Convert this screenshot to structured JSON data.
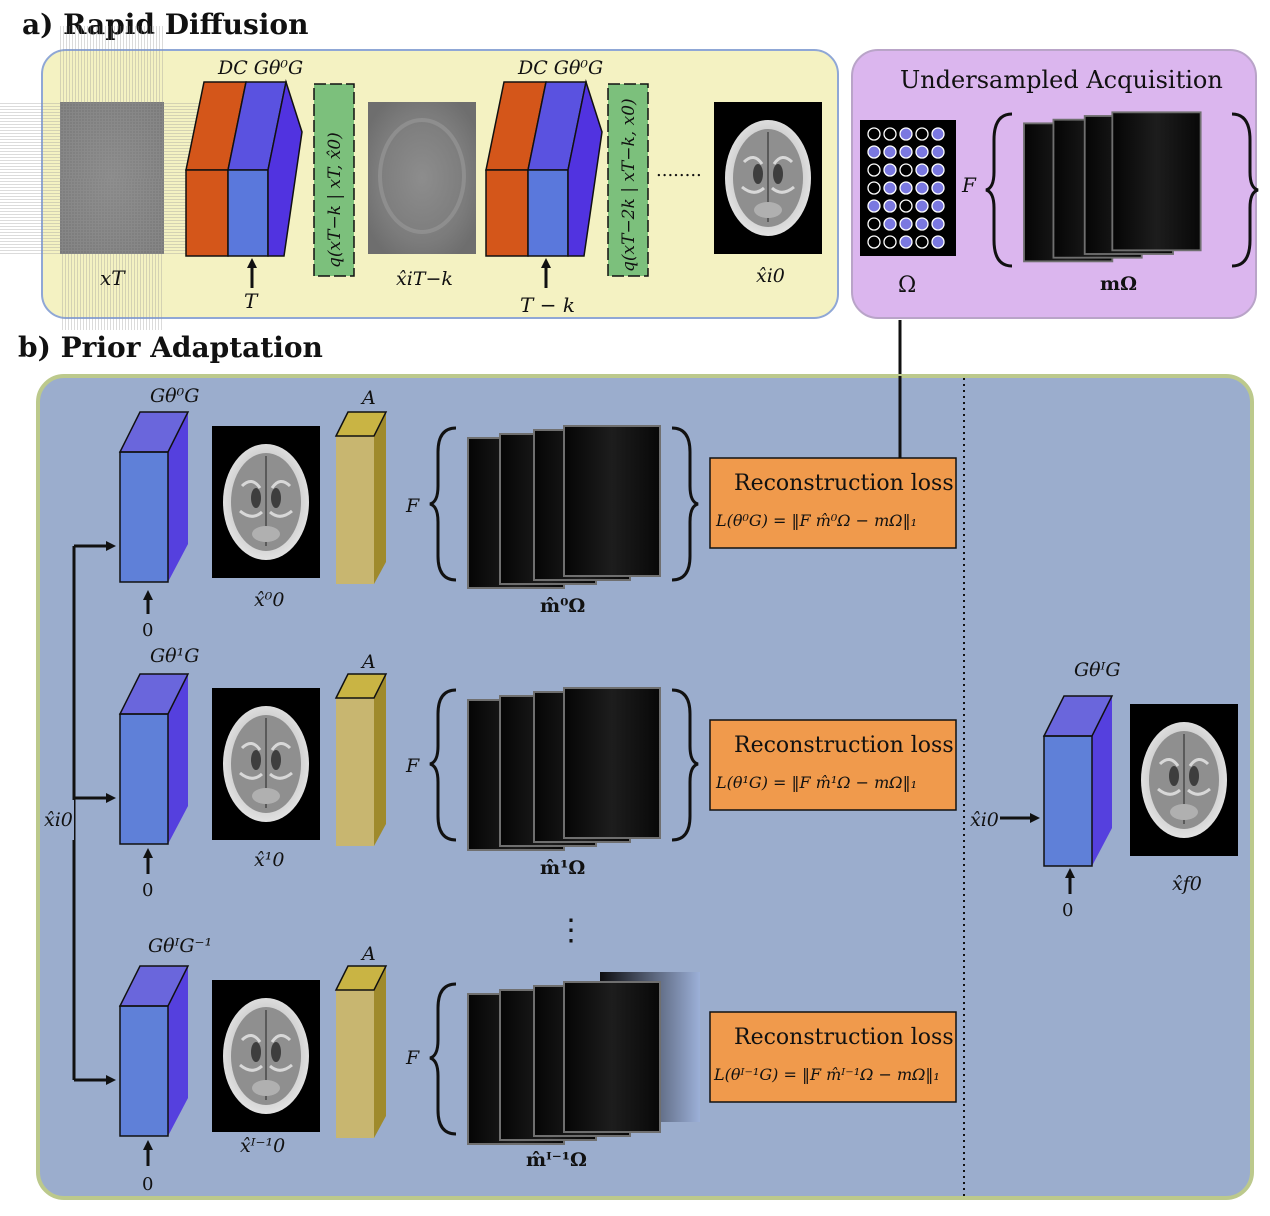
{
  "sections": {
    "a_title": "a) Rapid Diffusion",
    "b_title": "b) Prior Adaptation"
  },
  "acquisition": {
    "title": "Undersampled Acquisition",
    "omega": "Ω",
    "m_omega": "mΩ",
    "F": "F"
  },
  "rapid": {
    "xT": "xT",
    "dc1_label": "DC Gθ⁰G",
    "dc2_label": "DC Gθ⁰G",
    "t1": "T",
    "t2": "T − k",
    "q1": "q(xT−k | xT, x̂0)",
    "q2": "q(xT−2k | xT−k, x0)",
    "xTk": "x̂iT−k",
    "x0i": "x̂i0",
    "dots": "........"
  },
  "adapt_rows": [
    {
      "g": "Gθ⁰G",
      "x": "x̂⁰0",
      "A": "A",
      "F": "F",
      "m": "m̂⁰Ω",
      "zero": "0",
      "loss_title": "Reconstruction loss",
      "loss_eq": "L(θ⁰G) = ‖F m̂⁰Ω − mΩ‖₁"
    },
    {
      "g": "Gθ¹G",
      "x": "x̂¹0",
      "A": "A",
      "F": "F",
      "m": "m̂¹Ω",
      "zero": "0",
      "loss_title": "Reconstruction loss",
      "loss_eq": "L(θ¹G) = ‖F m̂¹Ω − mΩ‖₁"
    },
    {
      "g": "GθᴵG⁻¹",
      "x": "x̂ᴵ⁻¹0",
      "A": "A",
      "F": "F",
      "m": "m̂ᴵ⁻¹Ω",
      "zero": "0",
      "loss_title": "Reconstruction loss",
      "loss_eq": "L(θᴵ⁻¹G) = ‖F m̂ᴵ⁻¹Ω − mΩ‖₁"
    }
  ],
  "left_input": "x̂i0",
  "final": {
    "g": "GθᴵG",
    "input": "x̂i0",
    "zero": "0",
    "out": "x̂f0"
  },
  "vdots": "⋮",
  "colors": {
    "yellow_bg": "#f4f2c2",
    "purple_bg": "#dbb6ee",
    "blue_bg": "#9badcd",
    "orange": "#d8561a",
    "block_blue": "#5a78dc",
    "block_violet": "#5540de",
    "green": "#7cc07c",
    "gold": "#c8b44a",
    "loss_orange": "#f09a4c"
  }
}
